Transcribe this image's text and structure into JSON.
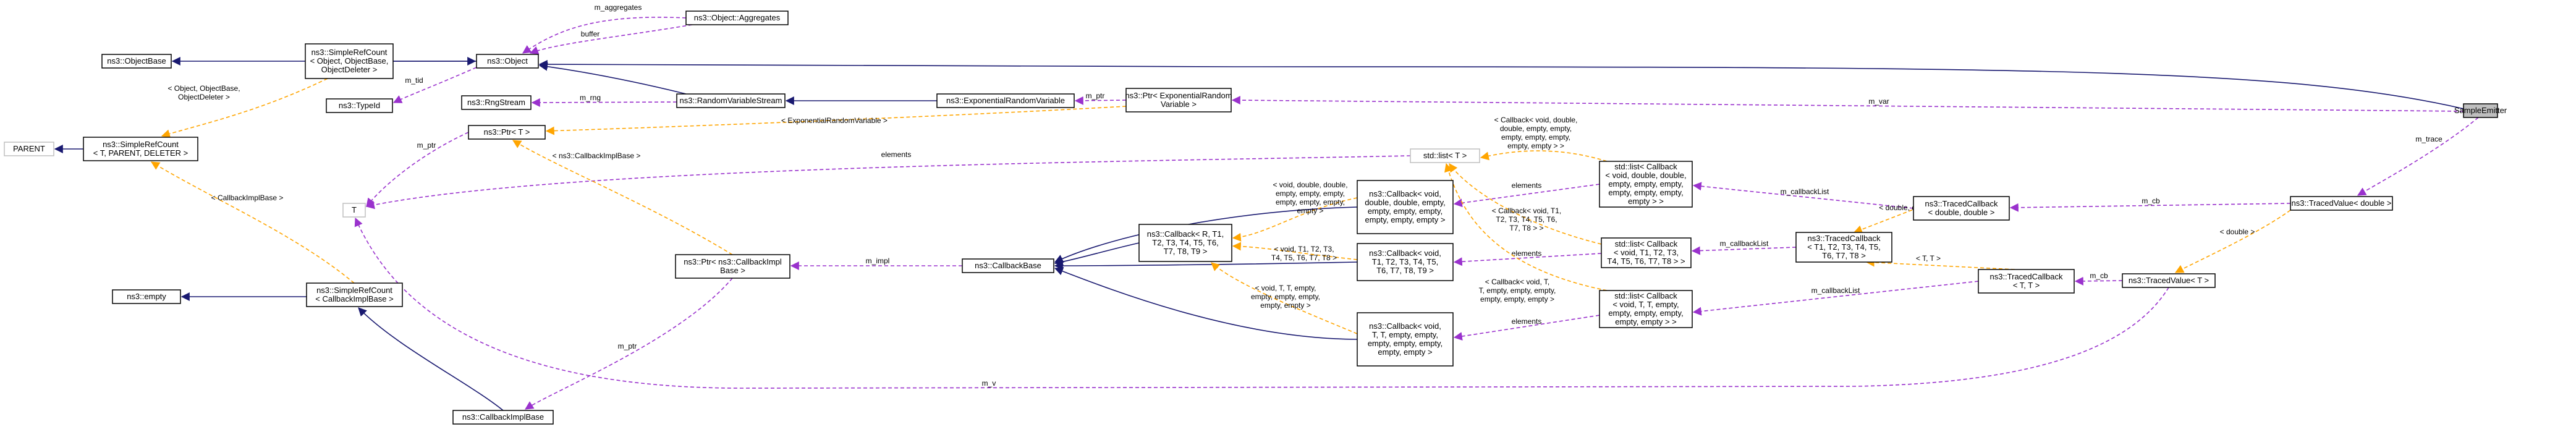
{
  "colors": {
    "inherit": "#191970",
    "usage": "#9a32cd",
    "template": "#ffa500",
    "highlight": "#bfbfbf"
  },
  "nodes": {
    "sample_emitter": [
      "SampleEmitter"
    ],
    "object": [
      "ns3::Object"
    ],
    "objectbase": [
      "ns3::ObjectBase"
    ],
    "srefcount_object": [
      "ns3::SimpleRefCount",
      "< Object, ObjectBase,",
      "ObjectDeleter >"
    ],
    "parent": [
      "PARENT"
    ],
    "srefcount_t": [
      "ns3::SimpleRefCount",
      "< T, PARENT, DELETER >"
    ],
    "typeid": [
      "ns3::TypeId"
    ],
    "aggregates": [
      "ns3::Object::Aggregates"
    ],
    "rng_stream": [
      "ns3::RngStream"
    ],
    "ptr_t": [
      "ns3::Ptr< T >"
    ],
    "random_var_stream": [
      "ns3::RandomVariableStream"
    ],
    "exp_random_var": [
      "ns3::ExponentialRandomVariable"
    ],
    "ptr_exp": [
      "ns3::Ptr< ExponentialRandom",
      "Variable >"
    ],
    "t": [
      "T"
    ],
    "empty": [
      "ns3::empty"
    ],
    "srefcount_cbimpl": [
      "ns3::SimpleRefCount",
      "< CallbackImplBase >"
    ],
    "cbimplbase": [
      "ns3::CallbackImplBase"
    ],
    "ptr_cbimpl": [
      "ns3::Ptr< ns3::CallbackImpl",
      "Base >"
    ],
    "cbbase": [
      "ns3::CallbackBase"
    ],
    "callback_r": [
      "ns3::Callback< R, T1,",
      "T2, T3, T4, T5, T6,",
      "T7, T8, T9 >"
    ],
    "callback_double": [
      "ns3::Callback< void,",
      "double, double, empty,",
      "empty, empty, empty,",
      "empty, empty, empty >"
    ],
    "callback_t": [
      "ns3::Callback< void,",
      "T1, T2, T3, T4, T5,",
      "T6, T7, T8, T9 >"
    ],
    "callback_tt": [
      "ns3::Callback< void,",
      "T, T, empty, empty,",
      "empty, empty, empty,",
      "empty, empty >"
    ],
    "stdlist_t": [
      "std::list< T >"
    ],
    "stdlist_double": [
      "std::list< Callback",
      "< void, double, double,",
      "empty, empty, empty,",
      "empty, empty, empty,",
      "empty > >"
    ],
    "stdlist_t1": [
      "std::list< Callback",
      "< void, T1, T2, T3,",
      "T4, T5, T6, T7, T8 > >"
    ],
    "stdlist_tt": [
      "std::list< Callback",
      "< void, T, T, empty,",
      "empty, empty, empty,",
      "empty, empty > >"
    ],
    "traced_cb_double": [
      "ns3::TracedCallback",
      "< double, double >"
    ],
    "traced_cb_t1": [
      "ns3::TracedCallback",
      "< T1, T2, T3, T4, T5,",
      "T6, T7, T8 >"
    ],
    "traced_cb_tt": [
      "ns3::TracedCallback",
      "< T, T >"
    ],
    "traced_value_double": [
      "ns3::TracedValue< double >"
    ],
    "traced_value_t": [
      "ns3::TracedValue< T >"
    ]
  },
  "edge_labels": {
    "m_aggregates": [
      "m_aggregates"
    ],
    "buffer": [
      "buffer"
    ],
    "m_tid": [
      "m_tid"
    ],
    "m_rng": [
      "m_rng"
    ],
    "m_ptr_exp": [
      "m_ptr"
    ],
    "m_var": [
      "m_var"
    ],
    "tmpl_srefcount_object": [
      "< Object, ObjectBase,",
      "ObjectDeleter >"
    ],
    "tmpl_ptr_exp": [
      "< ExponentialRandomVariable >"
    ],
    "m_ptr_t": [
      "m_ptr"
    ],
    "tmpl_ptr_cbimpl": [
      "< ns3::CallbackImplBase >"
    ],
    "tmpl_srefcount_cbimpl": [
      "< CallbackImplBase >"
    ],
    "elements_top": [
      "elements"
    ],
    "m_impl": [
      "m_impl"
    ],
    "m_ptr_cbimpl": [
      "m_ptr"
    ],
    "tmpl_cb_double": [
      "< void, double, double,",
      "empty, empty, empty,",
      "empty, empty, empty,",
      "empty >"
    ],
    "tmpl_cb_t": [
      "< void, T1, T2, T3,",
      "T4, T5, T6, T7, T8 >"
    ],
    "tmpl_cb_tt": [
      "< void, T, T, empty,",
      "empty, empty, empty,",
      "empty, empty >"
    ],
    "tmpl_stdlist_double": [
      "< Callback< void, double,",
      "double, empty, empty,",
      "empty, empty, empty,",
      "empty, empty > >"
    ],
    "tmpl_stdlist_t1": [
      "< Callback< void, T1,",
      "T2, T3, T4, T5, T6,",
      "T7, T8 > >"
    ],
    "tmpl_stdlist_tt": [
      "< Callback< void, T,",
      "T, empty, empty, empty,",
      "empty, empty, empty >"
    ],
    "elements_double": [
      "elements"
    ],
    "elements_t1": [
      "elements"
    ],
    "elements_tt": [
      "elements"
    ],
    "m_callbackList_double": [
      "m_callbackList"
    ],
    "m_callbackList_t1": [
      "m_callbackList"
    ],
    "m_callbackList_tt": [
      "m_callbackList"
    ],
    "tmpl_traced_double": [
      "< double, double >"
    ],
    "tmpl_traced_tt": [
      "< T, T >"
    ],
    "m_cb_double": [
      "m_cb"
    ],
    "m_cb_t": [
      "m_cb"
    ],
    "m_trace": [
      "m_trace"
    ],
    "tmpl_traced_value": [
      "< double >"
    ],
    "m_v": [
      "m_v"
    ]
  }
}
